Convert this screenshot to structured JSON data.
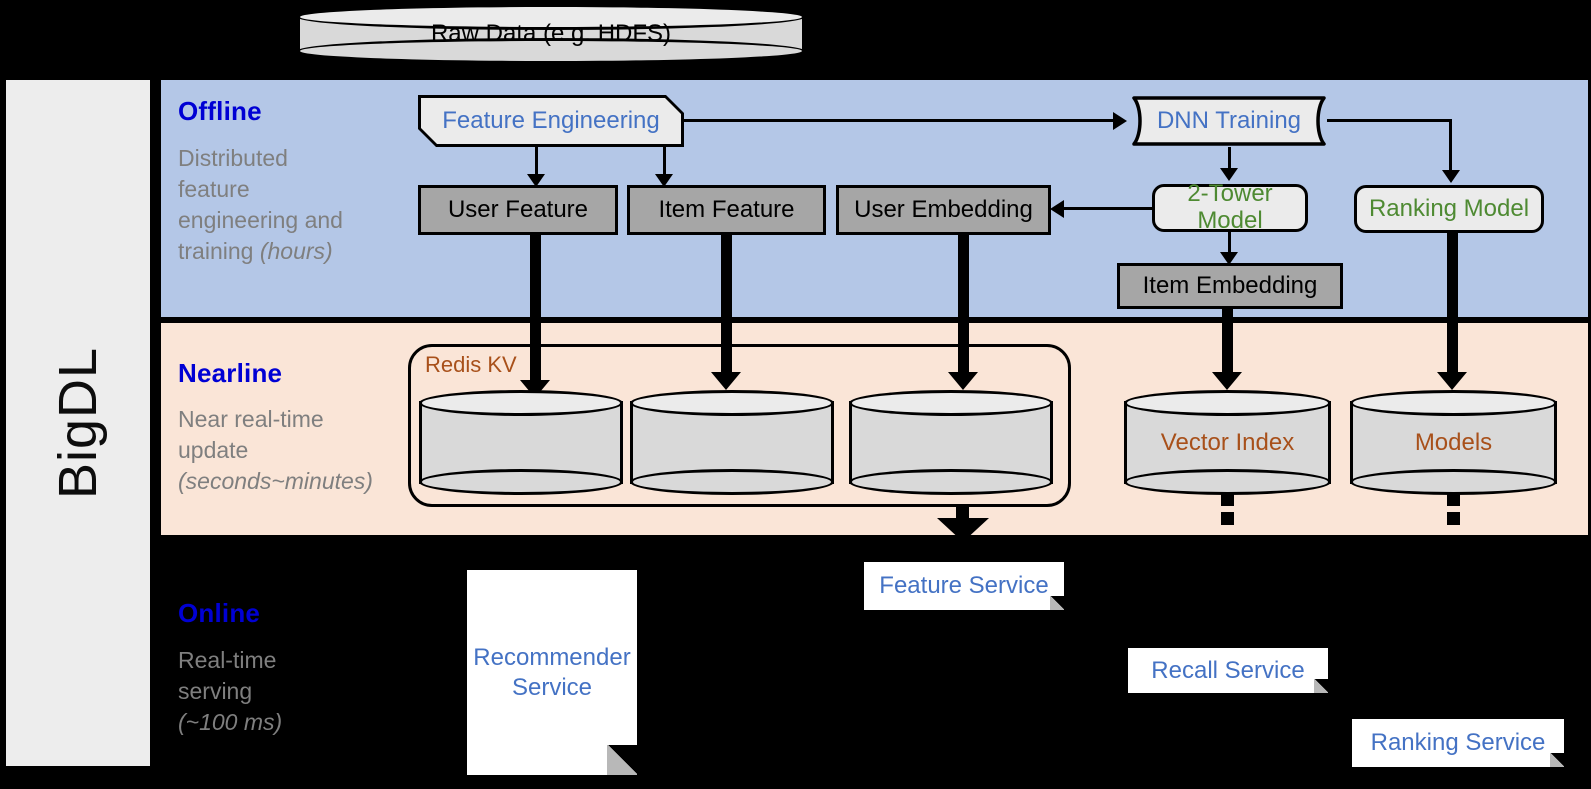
{
  "sidebar": {
    "label": "BigDL"
  },
  "top": {
    "raw_data": "Raw Data (e.g. HDFS)"
  },
  "bands": [
    {
      "key": "offline",
      "title": "Offline",
      "subtitle_lines": [
        "Distributed",
        "feature",
        "engineering and",
        "training "
      ],
      "subtitle_italic": "(hours)",
      "background": "#b4c7e7",
      "title_color": "#0000d4"
    },
    {
      "key": "nearline",
      "title": "Nearline",
      "subtitle_lines": [
        "Near real-time",
        "update "
      ],
      "subtitle_italic": "(seconds~minutes)",
      "background": "#fae5d7",
      "title_color": "#0000d4"
    },
    {
      "key": "online",
      "title": "Online",
      "subtitle_lines": [
        "Real-time",
        "serving "
      ],
      "subtitle_italic": "(~100 ms)",
      "background": "#000000",
      "title_color": "#0000d4"
    }
  ],
  "offline": {
    "feature_engineering": "Feature Engineering",
    "dnn_training": "DNN Training",
    "user_feature": "User Feature",
    "item_feature": "Item Feature",
    "user_embedding": "User Embedding",
    "two_tower_model": "2-Tower Model",
    "ranking_model": "Ranking Model",
    "item_embedding": "Item Embedding"
  },
  "nearline": {
    "redis_kv": "Redis KV",
    "stores": [
      "",
      "",
      ""
    ],
    "vector_index": "Vector Index",
    "models": "Models"
  },
  "online": {
    "recommender_service": "Recommender\nService",
    "feature_service": "Feature Service",
    "recall_service": "Recall Service",
    "ranking_service": "Ranking Service"
  },
  "colors": {
    "offline_band": "#b4c7e7",
    "nearline_band": "#fae5d7",
    "online_band": "#000000",
    "sidebar": "#ededed",
    "data_box": "#a6a6a6",
    "process_box": "#ebebeb",
    "blue_text": "#4472c4",
    "green_text": "#4e8a32",
    "brown_text": "#a8501a",
    "title_blue": "#0000d4",
    "subtitle_gray": "#7f7f7f"
  }
}
